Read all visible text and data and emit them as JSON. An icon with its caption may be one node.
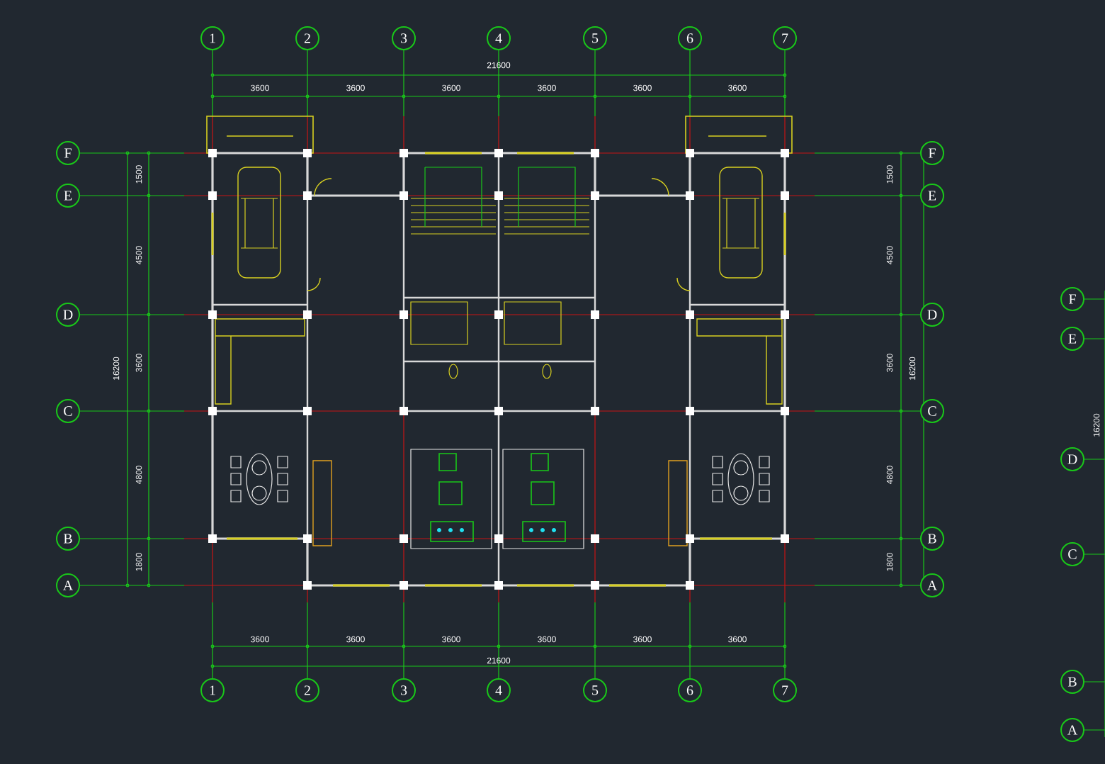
{
  "diagram": {
    "nodes": [
      {
        "text": [
          "1"
        ]
      },
      {
        "text": [
          "2"
        ]
      },
      {
        "text": [
          "3"
        ]
      },
      {
        "text": [
          "4"
        ]
      },
      {
        "text": [
          "5"
        ]
      },
      {
        "text": [
          "6"
        ]
      },
      {
        "text": [
          "7"
        ]
      },
      {
        "text": [
          "F"
        ]
      },
      {
        "text": [
          "E"
        ]
      },
      {
        "text": [
          "D"
        ]
      },
      {
        "text": [
          "C"
        ]
      },
      {
        "text": [
          "B"
        ]
      },
      {
        "text": [
          "A"
        ]
      },
      {
        "text": [
          "F"
        ]
      },
      {
        "text": [
          "E"
        ]
      },
      {
        "text": [
          "D"
        ]
      },
      {
        "text": [
          "C"
        ]
      },
      {
        "text": [
          "B"
        ]
      },
      {
        "text": [
          "A"
        ]
      },
      {
        "text": [
          "1"
        ]
      },
      {
        "text": [
          "2"
        ]
      },
      {
        "text": [
          "3"
        ]
      },
      {
        "text": [
          "4"
        ]
      },
      {
        "text": [
          "5"
        ]
      },
      {
        "text": [
          "6"
        ]
      },
      {
        "text": [
          "7"
        ]
      },
      {
        "text": [
          "F"
        ]
      },
      {
        "text": [
          "E"
        ]
      },
      {
        "text": [
          "D"
        ]
      },
      {
        "text": [
          "C"
        ]
      },
      {
        "text": [
          "B"
        ]
      },
      {
        "text": [
          "A"
        ]
      }
    ],
    "labels": [
      "21600",
      "3600",
      "3600",
      "3600",
      "3600",
      "3600",
      "3600",
      "1500",
      "4500",
      "3600",
      "4800",
      "1800",
      "16200",
      "1500",
      "4500",
      "3600",
      "4800",
      "1800",
      "16200",
      "3600",
      "3600",
      "3600",
      "3600",
      "3600",
      "3600",
      "21600",
      "16200"
    ]
  }
}
